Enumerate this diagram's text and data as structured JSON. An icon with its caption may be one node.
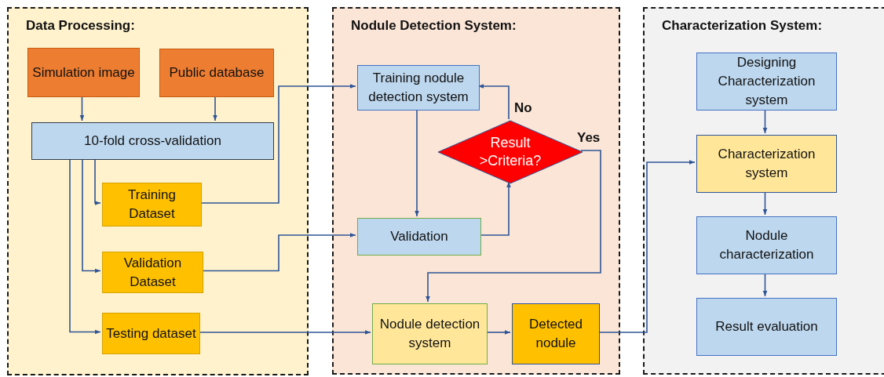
{
  "diagram": {
    "nodes": [
      {
        "text": [
          "Data Processing:"
        ]
      },
      {
        "text": [
          "Simulation image"
        ],
        "in": 0
      },
      {
        "text": [
          "Public database"
        ],
        "in": 0
      },
      {
        "text": [
          "10-fold cross-validation"
        ],
        "in": 0
      },
      {
        "text": [
          "Training Dataset"
        ],
        "in": 0
      },
      {
        "text": [
          "Validation Dataset"
        ],
        "in": 0
      },
      {
        "text": [
          "Testing dataset"
        ],
        "in": 0
      },
      {
        "text": [
          "Nodule Detection System:"
        ]
      },
      {
        "text": [
          "Training nodule detection system"
        ],
        "in": 7
      },
      {
        "text": [
          "Result >Criteria?"
        ],
        "in": 7
      },
      {
        "text": [
          "Validation"
        ],
        "in": 7
      },
      {
        "text": [
          "Nodule detection system"
        ],
        "in": 7
      },
      {
        "text": [
          "Detected nodule"
        ],
        "in": 7
      },
      {
        "text": [
          "Characterization System:"
        ]
      },
      {
        "text": [
          "Designing Characterization system"
        ],
        "in": 13
      },
      {
        "text": [
          "Characterization system"
        ],
        "in": 13
      },
      {
        "text": [
          "Nodule characterization"
        ],
        "in": 13
      },
      {
        "text": [
          "Result evaluation"
        ],
        "in": 13
      }
    ],
    "edges": [
      {
        "from": 1,
        "to": 3,
        "arrow": "to"
      },
      {
        "from": 2,
        "to": 3,
        "arrow": "to"
      },
      {
        "from": 3,
        "to": 4,
        "arrow": "to"
      },
      {
        "from": 3,
        "to": 5,
        "arrow": "to"
      },
      {
        "from": 3,
        "to": 6,
        "arrow": "to"
      },
      {
        "from": 4,
        "to": 8,
        "arrow": "to"
      },
      {
        "from": 5,
        "to": 10,
        "arrow": "to"
      },
      {
        "from": 6,
        "to": 11,
        "arrow": "to"
      },
      {
        "from": 8,
        "to": 10,
        "arrow": "to"
      },
      {
        "from": 10,
        "to": 9,
        "arrow": "to"
      },
      {
        "from": 9,
        "to": 8,
        "arrow": "to",
        "label": "No"
      },
      {
        "from": 9,
        "to": 11,
        "arrow": "to",
        "label": "Yes"
      },
      {
        "from": 11,
        "to": 12,
        "arrow": "to"
      },
      {
        "from": 12,
        "to": 15,
        "arrow": "to"
      },
      {
        "from": 14,
        "to": 15,
        "arrow": "to"
      },
      {
        "from": 15,
        "to": 16,
        "arrow": "to"
      },
      {
        "from": 16,
        "to": 17,
        "arrow": "to"
      }
    ]
  }
}
